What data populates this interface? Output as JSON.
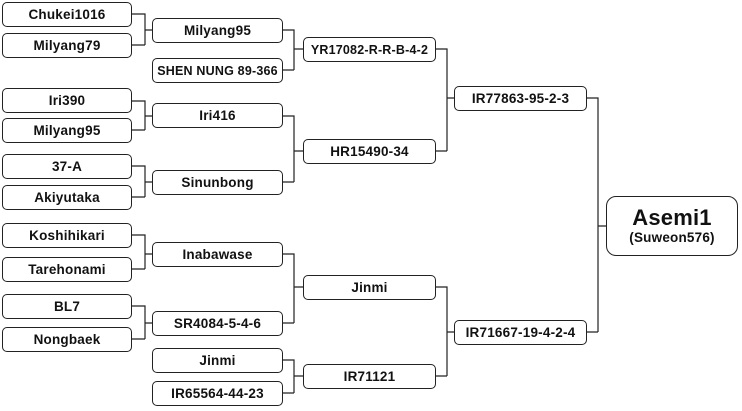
{
  "nodes": {
    "chukei1016": "Chukei1016",
    "milyang79": "Milyang79",
    "milyang95_a": "Milyang95",
    "shen_nung": "SHEN NUNG 89-366",
    "yr17082": "YR17082-R-R-B-4-2",
    "iri390": "Iri390",
    "milyang95_b": "Milyang95",
    "iri416": "Iri416",
    "a37": "37-A",
    "akiyutaka": "Akiyutaka",
    "sinunbong": "Sinunbong",
    "hr15490": "HR15490-34",
    "ir77863": "IR77863-95-2-3",
    "koshihikari": "Koshihikari",
    "tarehonami": "Tarehonami",
    "inabawase": "Inabawase",
    "bl7": "BL7",
    "nongbaek": "Nongbaek",
    "sr4084": "SR4084-5-4-6",
    "jinmi_a": "Jinmi",
    "jinmi_b": "Jinmi",
    "ir65564": "IR65564-44-23",
    "ir71121": "IR71121",
    "ir71667": "IR71667-19-4-2-4",
    "asemi1": "Asemi1",
    "suweon576": "(Suweon576)"
  }
}
